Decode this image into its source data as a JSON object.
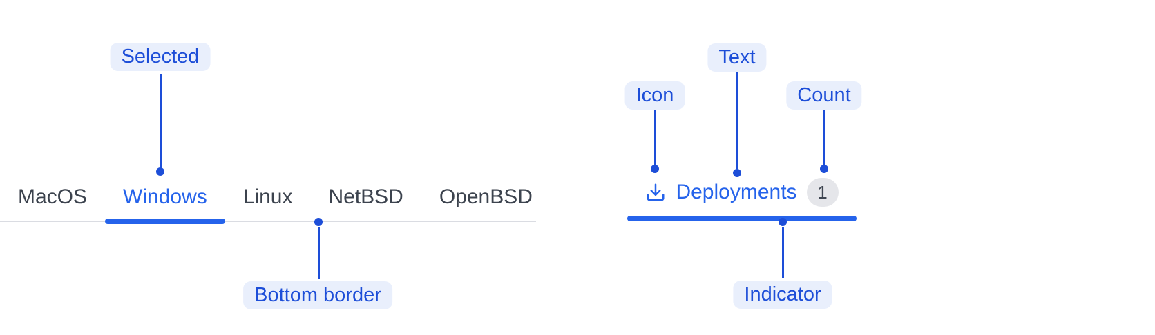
{
  "colors": {
    "accent": "#2563eb",
    "annotation": "#1d4ed8",
    "annotation_bg": "#e9effc",
    "tab_text": "#3c434e",
    "border": "#dadce2",
    "badge_bg": "#e5e6ea",
    "badge_text": "#3f4652"
  },
  "tab_bar": {
    "tabs": [
      {
        "label": "MacOS",
        "selected": false
      },
      {
        "label": "Windows",
        "selected": true
      },
      {
        "label": "Linux",
        "selected": false
      },
      {
        "label": "NetBSD",
        "selected": false
      },
      {
        "label": "OpenBSD",
        "selected": false
      }
    ]
  },
  "deployments_tab": {
    "icon": "download-icon",
    "label": "Deployments",
    "count": "1",
    "selected": true
  },
  "annotations": {
    "selected": "Selected",
    "bottom_border": "Bottom border",
    "icon": "Icon",
    "text": "Text",
    "count": "Count",
    "indicator": "Indicator"
  }
}
